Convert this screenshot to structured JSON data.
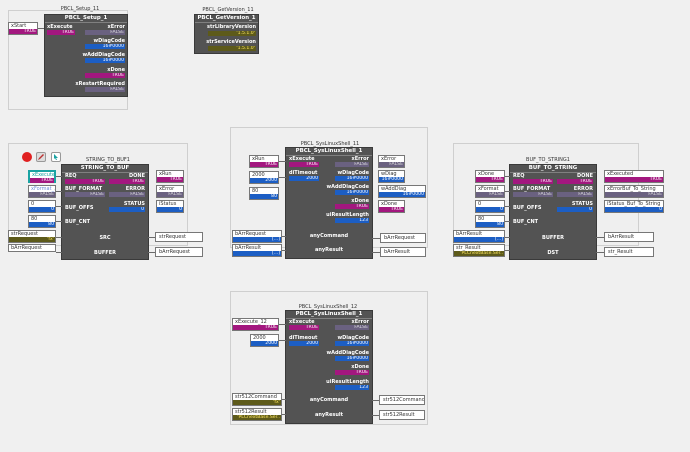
{
  "setup": {
    "title": "PBCL_Setup_11",
    "block": "PBCL_Setup_1",
    "in_var": "xStart",
    "in_val": "TRUE",
    "pin_xexecute": "xExecute",
    "pin_xexecute_val": "TRUE",
    "xerror": "xError",
    "xerror_val": "FALSE",
    "wdiagcode": "wDiagCode",
    "wdiagcode_val": "16#0000",
    "waddcode": "wAddDiagCode",
    "waddcode_val": "16#0000",
    "xdone": "xDone",
    "xdone_val": "TRUE",
    "xrestart": "xRestartRequired",
    "xrestart_val": "FALSE"
  },
  "getversion": {
    "title": "PBCL_GetVersion_11",
    "block": "PBCL_GetVersion_1",
    "lib": "strLibraryVersion",
    "lib_val": "'1.5.1.0'",
    "svc": "strServiceVersion",
    "svc_val": "'1.5.1.0'"
  },
  "toolbar": {
    "record_icon": "record-icon",
    "edit_icon": "pencil-icon",
    "doc_icon": "document-cursor-icon"
  },
  "s2b": {
    "title": "STRING_TO_BUF1",
    "block": "STRING_TO_BUF",
    "v_xexecute": "xExecute",
    "v_xexecute_val": "TRUE",
    "v_xformat": "xFormat_...",
    "v_xformat_val": "FALSE",
    "v_offs": "0",
    "v_offs_val": "0",
    "v_cnt": "80",
    "v_cnt_val": "80",
    "v_str": "strRequest",
    "v_str_val": "'fx'",
    "v_buf": "bArrRequest",
    "v_buf_val": "[...]",
    "req": "REQ",
    "req_val": "TRUE",
    "fmt": "BUF_FORMAT",
    "fmt_val": "FALSE",
    "offs": "BUF_OFFS",
    "offs_val": "0",
    "cnt": "BUF_CNT",
    "cnt_val": "80",
    "src": "SRC",
    "buffer": "BUFFER",
    "done": "DONE",
    "done_val": "TRUE",
    "error": "ERROR",
    "error_val": "FALSE",
    "status": "STATUS",
    "status_val": "0",
    "o_run": "xRun",
    "o_run_val": "TRUE",
    "o_err": "xError",
    "o_err_val": "FALSE",
    "o_status": "iStatus",
    "o_status_val": "0",
    "o_str": "strRequest",
    "o_buf": "bArrRequest"
  },
  "sh11": {
    "title": "PBCL_SysLinuxShell_11",
    "block": "PBCL_SysLinuxShell_1",
    "v_run": "xRun",
    "v_run_val": "TRUE",
    "v_t": "2000",
    "v_t_val": "2000",
    "v_cnt": "80",
    "v_cnt_val": "80",
    "v_req": "bArrRequest",
    "v_req_val": "[...]",
    "v_res": "bArrResult",
    "v_res_val": "[...]",
    "xexec": "xExecute",
    "xexec_val": "TRUE",
    "timeout": "diTimeout",
    "timeout_val": "2000",
    "xerror": "xError",
    "xerror_val": "FALSE",
    "wdiag": "wDiagCode",
    "wdiag_val": "16#0000",
    "wadd": "wAddDiagCode",
    "wadd_val": "16#0000",
    "xdone": "xDone",
    "xdone_val": "TRUE",
    "uilen": "uiResultLength",
    "uilen_val": "123",
    "anycmd": "anyCommand",
    "anyres": "anyResult",
    "o_err": "xError",
    "o_err_val": "FALSE",
    "o_wdiag": "wDiag",
    "o_wdiag_val": "16#0000",
    "o_wadd": "wAddDiag",
    "o_wadd_val": "16#0000",
    "o_done": "xDone",
    "o_done_val": "TRUE",
    "o_cmd": "bArrRequest",
    "o_res": "bArrResult"
  },
  "b2s": {
    "title": "BUF_TO_STRING1",
    "block": "BUF_TO_STRING",
    "v_done": "xDone",
    "v_done_val": "TRUE",
    "v_fmt": "xFormat",
    "v_fmt_val": "FALSE",
    "v_offs": "0",
    "v_offs_val": "0",
    "v_cnt": "80",
    "v_cnt_val": "80",
    "v_buf": "bArrResult",
    "v_buf_val": "[...]",
    "v_str": "str_Result",
    "v_str_val": "'PLCnextBase.Ser..",
    "req": "REQ",
    "req_val": "TRUE",
    "fmt": "BUF_FORMAT",
    "fmt_val": "FALSE",
    "offs": "BUF_OFFS",
    "offs_val": "0",
    "cnt": "BUF_CNT",
    "cnt_val": "80",
    "buffer": "BUFFER",
    "dst": "DST",
    "done": "DONE",
    "done_val": "TRUE",
    "error": "ERROR",
    "error_val": "FALSE",
    "status": "STATUS",
    "status_val": "0",
    "o_exec": "xExecuted",
    "o_exec_val": "TRUE",
    "o_err": "xErrorBuf_To_String",
    "o_err_val": "FALSE",
    "o_status": "iStatus_Buf_To_String",
    "o_status_val": "0",
    "o_buf": "bArrResult",
    "o_str": "str_Result"
  },
  "sh12": {
    "title": "PBCL_SysLinuxShell_12",
    "block": "PBCL_SysLinuxShell_1",
    "v_exec": "xExecute_12",
    "v_exec_val": "TRUE",
    "v_t": "2000",
    "v_t_val": "2000",
    "v_cmd": "str512Command",
    "v_cmd_val": "'fx'",
    "v_res": "str512Result",
    "v_res_val": "'PLCnextBase.Ser..",
    "xexec": "xExecute",
    "xexec_val": "TRUE",
    "timeout": "diTimeout",
    "timeout_val": "2000",
    "xerror": "xError",
    "xerror_val": "FALSE",
    "wdiag": "wDiagCode",
    "wdiag_val": "16#0000",
    "wadd": "wAddDiagCode",
    "wadd_val": "16#0000",
    "xdone": "xDone",
    "xdone_val": "TRUE",
    "uilen": "uiResultLength",
    "uilen_val": "123",
    "anycmd": "anyCommand",
    "anyres": "anyResult",
    "o_cmd": "str512Command",
    "o_res": "str512Result"
  },
  "colors": {
    "true": "#a3177f",
    "false": "#6a6180",
    "number": "#1c5ec4",
    "string": "#5d5a1a",
    "block": "#535353",
    "selection": "#1aa3a3"
  }
}
